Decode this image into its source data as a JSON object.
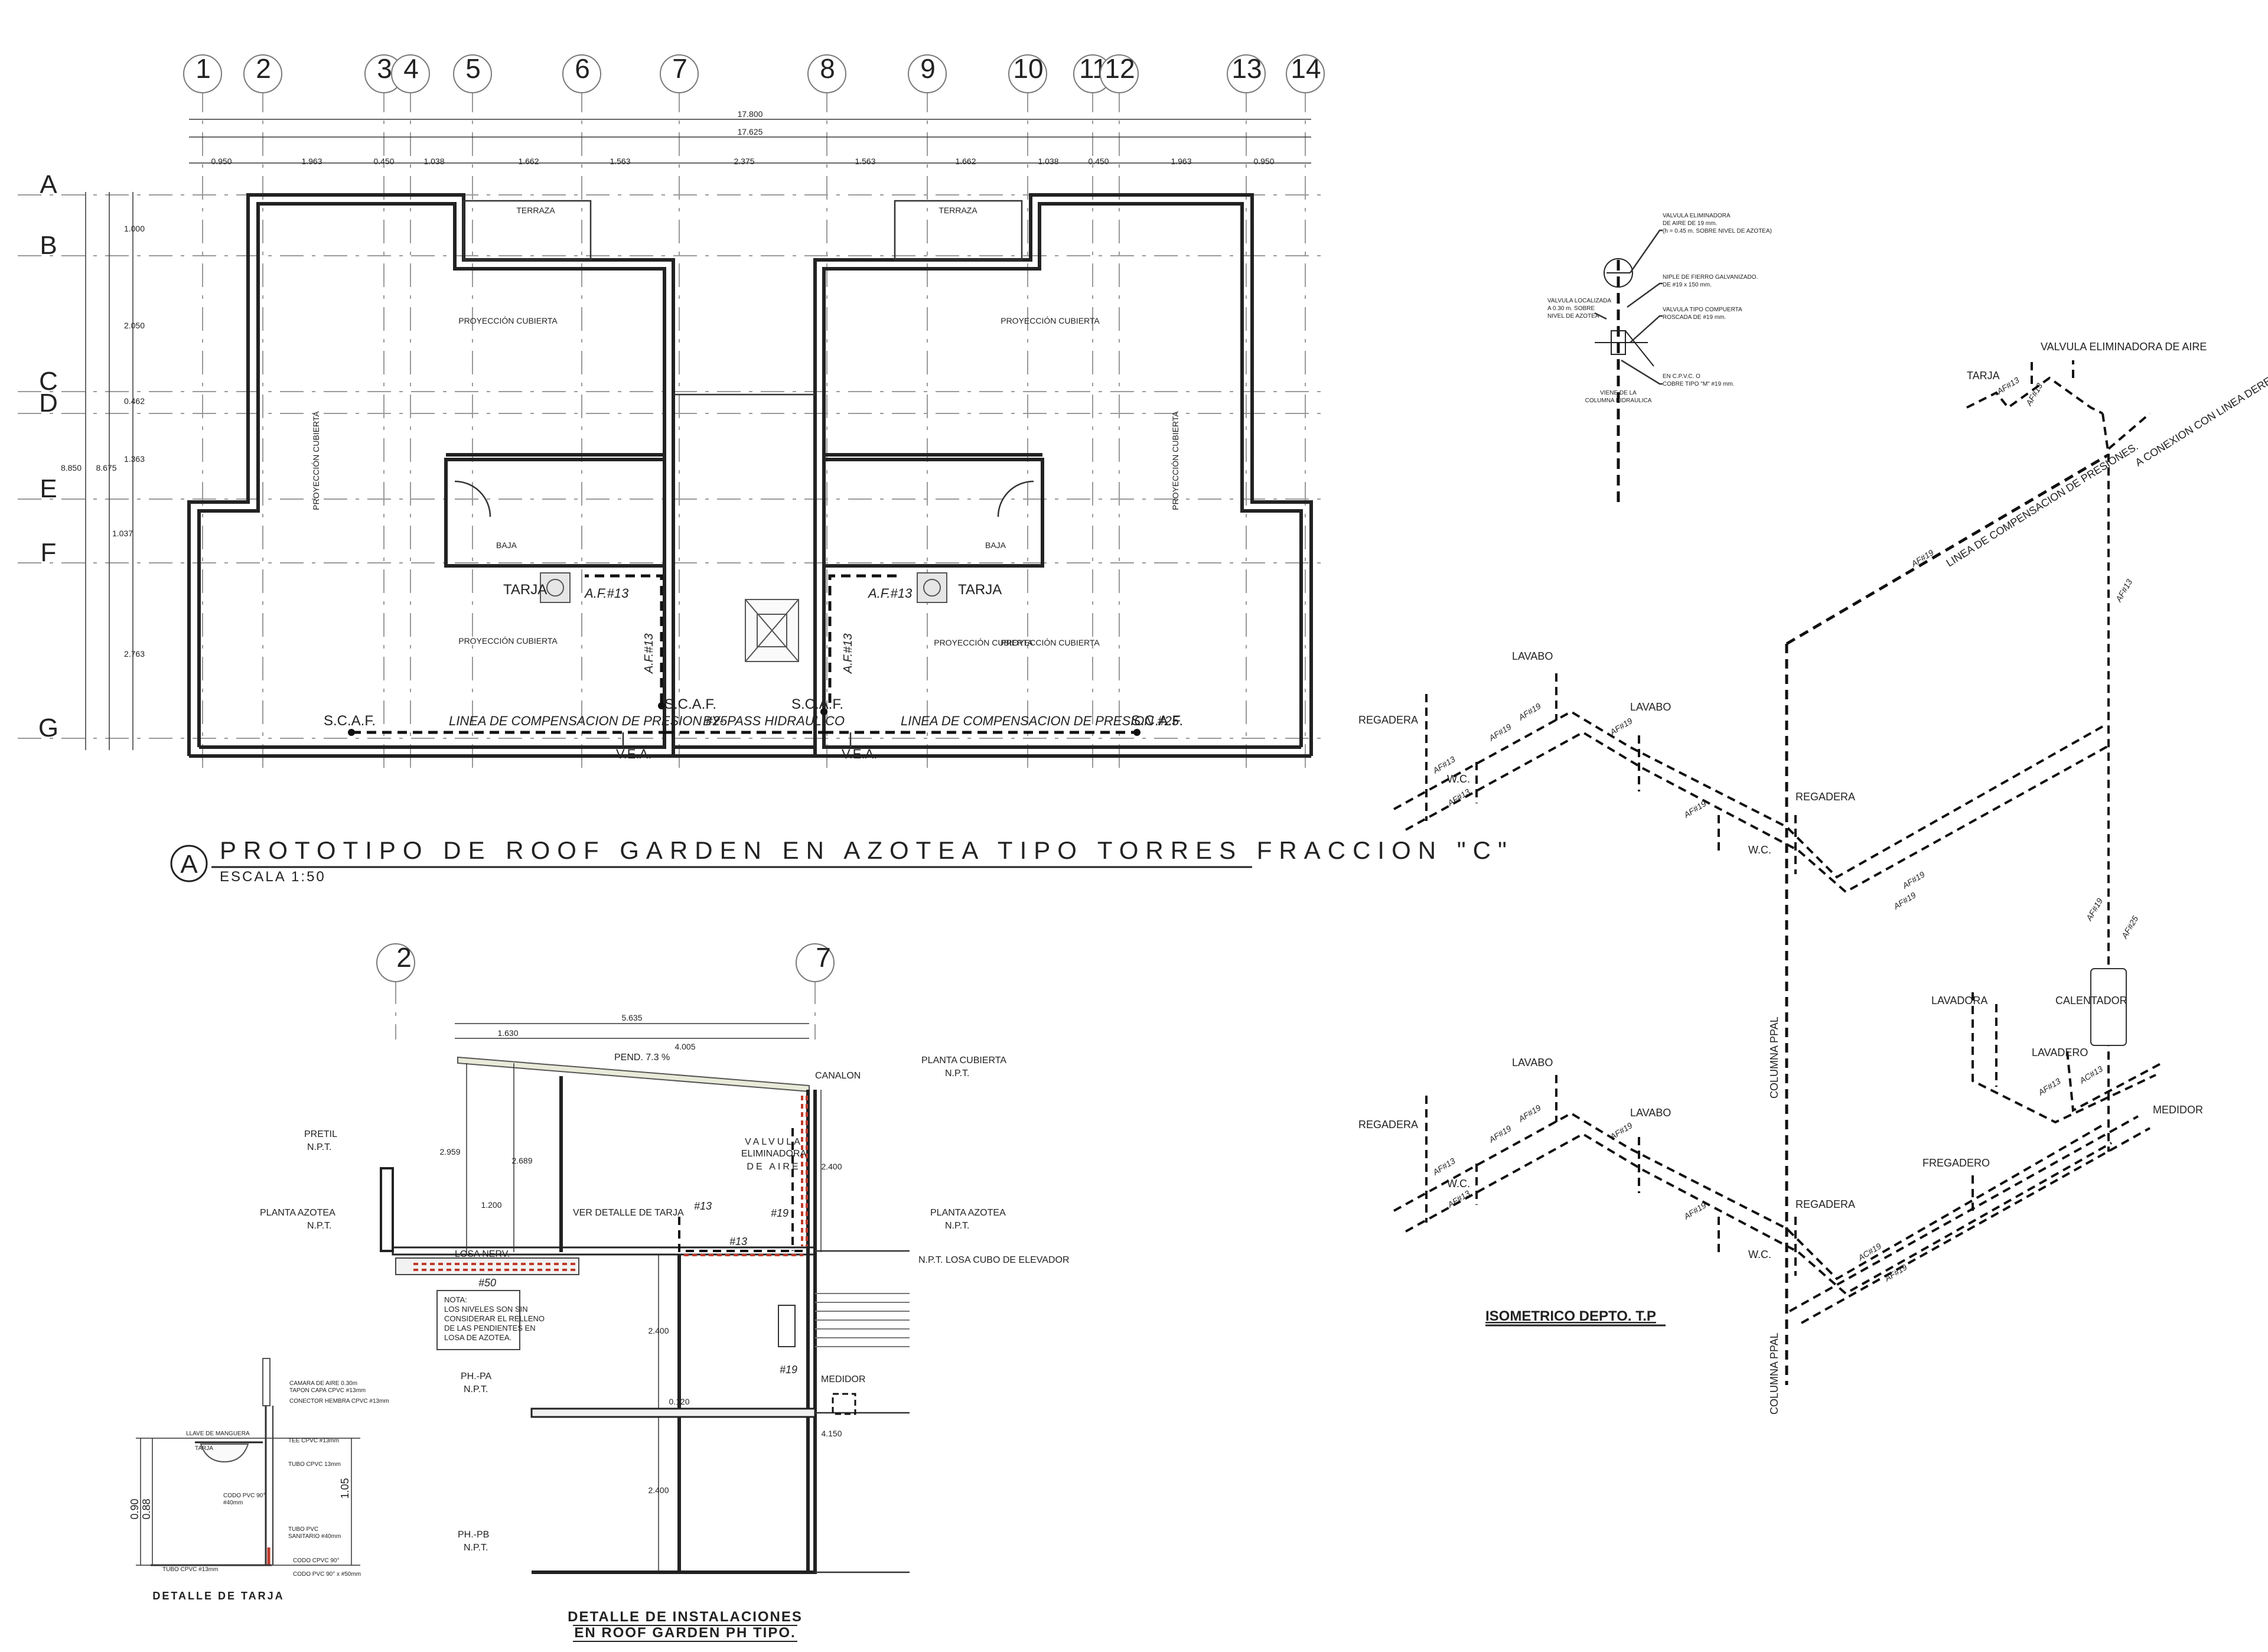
{
  "grid": {
    "columns": [
      "1",
      "2",
      "3",
      "4",
      "5",
      "6",
      "7",
      "8",
      "9",
      "10",
      "11",
      "12",
      "13",
      "14"
    ],
    "rows": [
      "A",
      "B",
      "C",
      "D",
      "E",
      "F",
      "G"
    ],
    "overall_dims": [
      "17.800",
      "17.625"
    ],
    "partial_dims": [
      "0.950",
      "1.963",
      "0.450",
      "1.038",
      "1.662",
      "1.563",
      "2.375",
      "1.563",
      "1.662",
      "1.038",
      "0.450",
      "1.963",
      "0.950"
    ],
    "vertical_dims": [
      "1.000",
      "2.050",
      "0.462",
      "1.363",
      "1.037",
      "2.763"
    ],
    "total_dims": [
      "8.850",
      "8.675"
    ]
  },
  "plan": {
    "labels": {
      "terraza": "TERRAZA",
      "proyeccion": "PROYECCIÓN CUBIERTA",
      "baja": "BAJA",
      "tarja": "TARJA",
      "af13": "A.F.#13",
      "scaf": "S.C.A.F.",
      "linea_comp": "LINEA DE COMPENSACION DE PRESION #25",
      "bypass": "BY- PASS HIDRAULICO",
      "vea": "V.E.A."
    },
    "title_marker": "A",
    "title": "PROTOTIPO DE ROOF GARDEN EN AZOTEA TIPO TORRES FRACCION \"C\"",
    "scale": "ESCALA 1:50"
  },
  "valve_detail": {
    "notes": [
      "VALVULA ELIMINADORA",
      "DE AIRE DE 19 mm.",
      "(h = 0.45 m. SOBRE NIVEL DE AZOTEA)",
      "NIPLE DE FIERRO GALVANIZADO.",
      "DE #19 x 150 mm.",
      "VALVULA LOCALIZADA",
      "A 0.30 m. SOBRE",
      "NIVEL DE AZOTEA",
      "VALVULA TIPO COMPUERTA",
      "ROSCADA DE #19 mm.",
      "EN C.P.V.C. O",
      "COBRE TIPO \"M\" #19 mm.",
      "VIENE DE LA",
      "COLUMNA HIDRAULICA"
    ]
  },
  "isometric": {
    "labels": {
      "tarja": "TARJA",
      "vea": "VALVULA ELIMINADORA DE AIRE",
      "linea": "LINEA DE COMPENSACION DE PRESIONES.",
      "conexion": "A CONEXION CON LINEA DERECHA DEL EDIFICIO.",
      "lavabo": "LAVABO",
      "regadera": "REGADERA",
      "wc": "W.C.",
      "lavadora": "LAVADORA",
      "calentador": "CALENTADOR",
      "lavadero": "LAVADERO",
      "medidor": "MEDIDOR",
      "fregadero": "FREGADERO",
      "columna": "COLUMNA PPAL",
      "af19": "AF#19",
      "af13": "AF#13",
      "ac19": "AC#19",
      "ac13": "AC#13",
      "af25": "AF#25"
    },
    "title": "ISOMETRICO DEPTO. T.P"
  },
  "section": {
    "columns": [
      "2",
      "7"
    ],
    "dims": {
      "top": "5.635",
      "a": "1.630",
      "b": "4.005",
      "pend": "PEND. 7.3 %",
      "h1": "2.959",
      "h2": "2.689",
      "h3": "1.200",
      "h4": "2.400",
      "h5": "2.400",
      "h6": "0.120",
      "h7": "4.150",
      "h8": "2.400"
    },
    "labels": {
      "canalon": "CANALON",
      "planta_cubierta": "PLANTA CUBIERTA",
      "npt": "N.P.T.",
      "pretil": "PRETIL",
      "planta_azotea": "PLANTA AZOTEA",
      "valvula": [
        "VALVULA",
        "ELIMINADORA",
        "DE AIRE"
      ],
      "ver_detalle": "VER DETALLE DE TARJA",
      "p13": "#13",
      "p19": "#19",
      "p50": "#50",
      "losa": "LOSA NERV.",
      "losa_cubo": "N.P.T. LOSA CUBO DE ELEVADOR",
      "nota": [
        "NOTA:",
        "LOS NIVELES SON SIN",
        "CONSIDERAR EL RELLENO",
        "DE LAS PENDIENTES EN",
        "LOSA DE AZOTEA."
      ],
      "medidor": "MEDIDOR",
      "ph_pa": "PH.-PA",
      "ph_pb": "PH.-PB"
    },
    "title1": "DETALLE DE INSTALACIONES",
    "title2": "EN ROOF GARDEN PH TIPO."
  },
  "tarja_detail": {
    "notes": [
      "CAMARA DE AIRE 0.30m",
      "TAPON CAPA CPVC #13mm",
      "CONECTOR HEMBRA CPVC #13mm",
      "LLAVE DE MANGUERA",
      "TARJA",
      "TEE CPVC #13mm",
      "TUBO CPVC 13mm",
      "CODO PVC 90°",
      "#40mm",
      "TUBO PVC",
      "SANITARIO #40mm",
      "TUBO CPVC #13mm",
      "CODO CPVC 90°",
      "CODO PVC 90° x #50mm"
    ],
    "dims": [
      "0.90",
      "0.88",
      "1.05"
    ],
    "title": "DETALLE DE TARJA"
  }
}
